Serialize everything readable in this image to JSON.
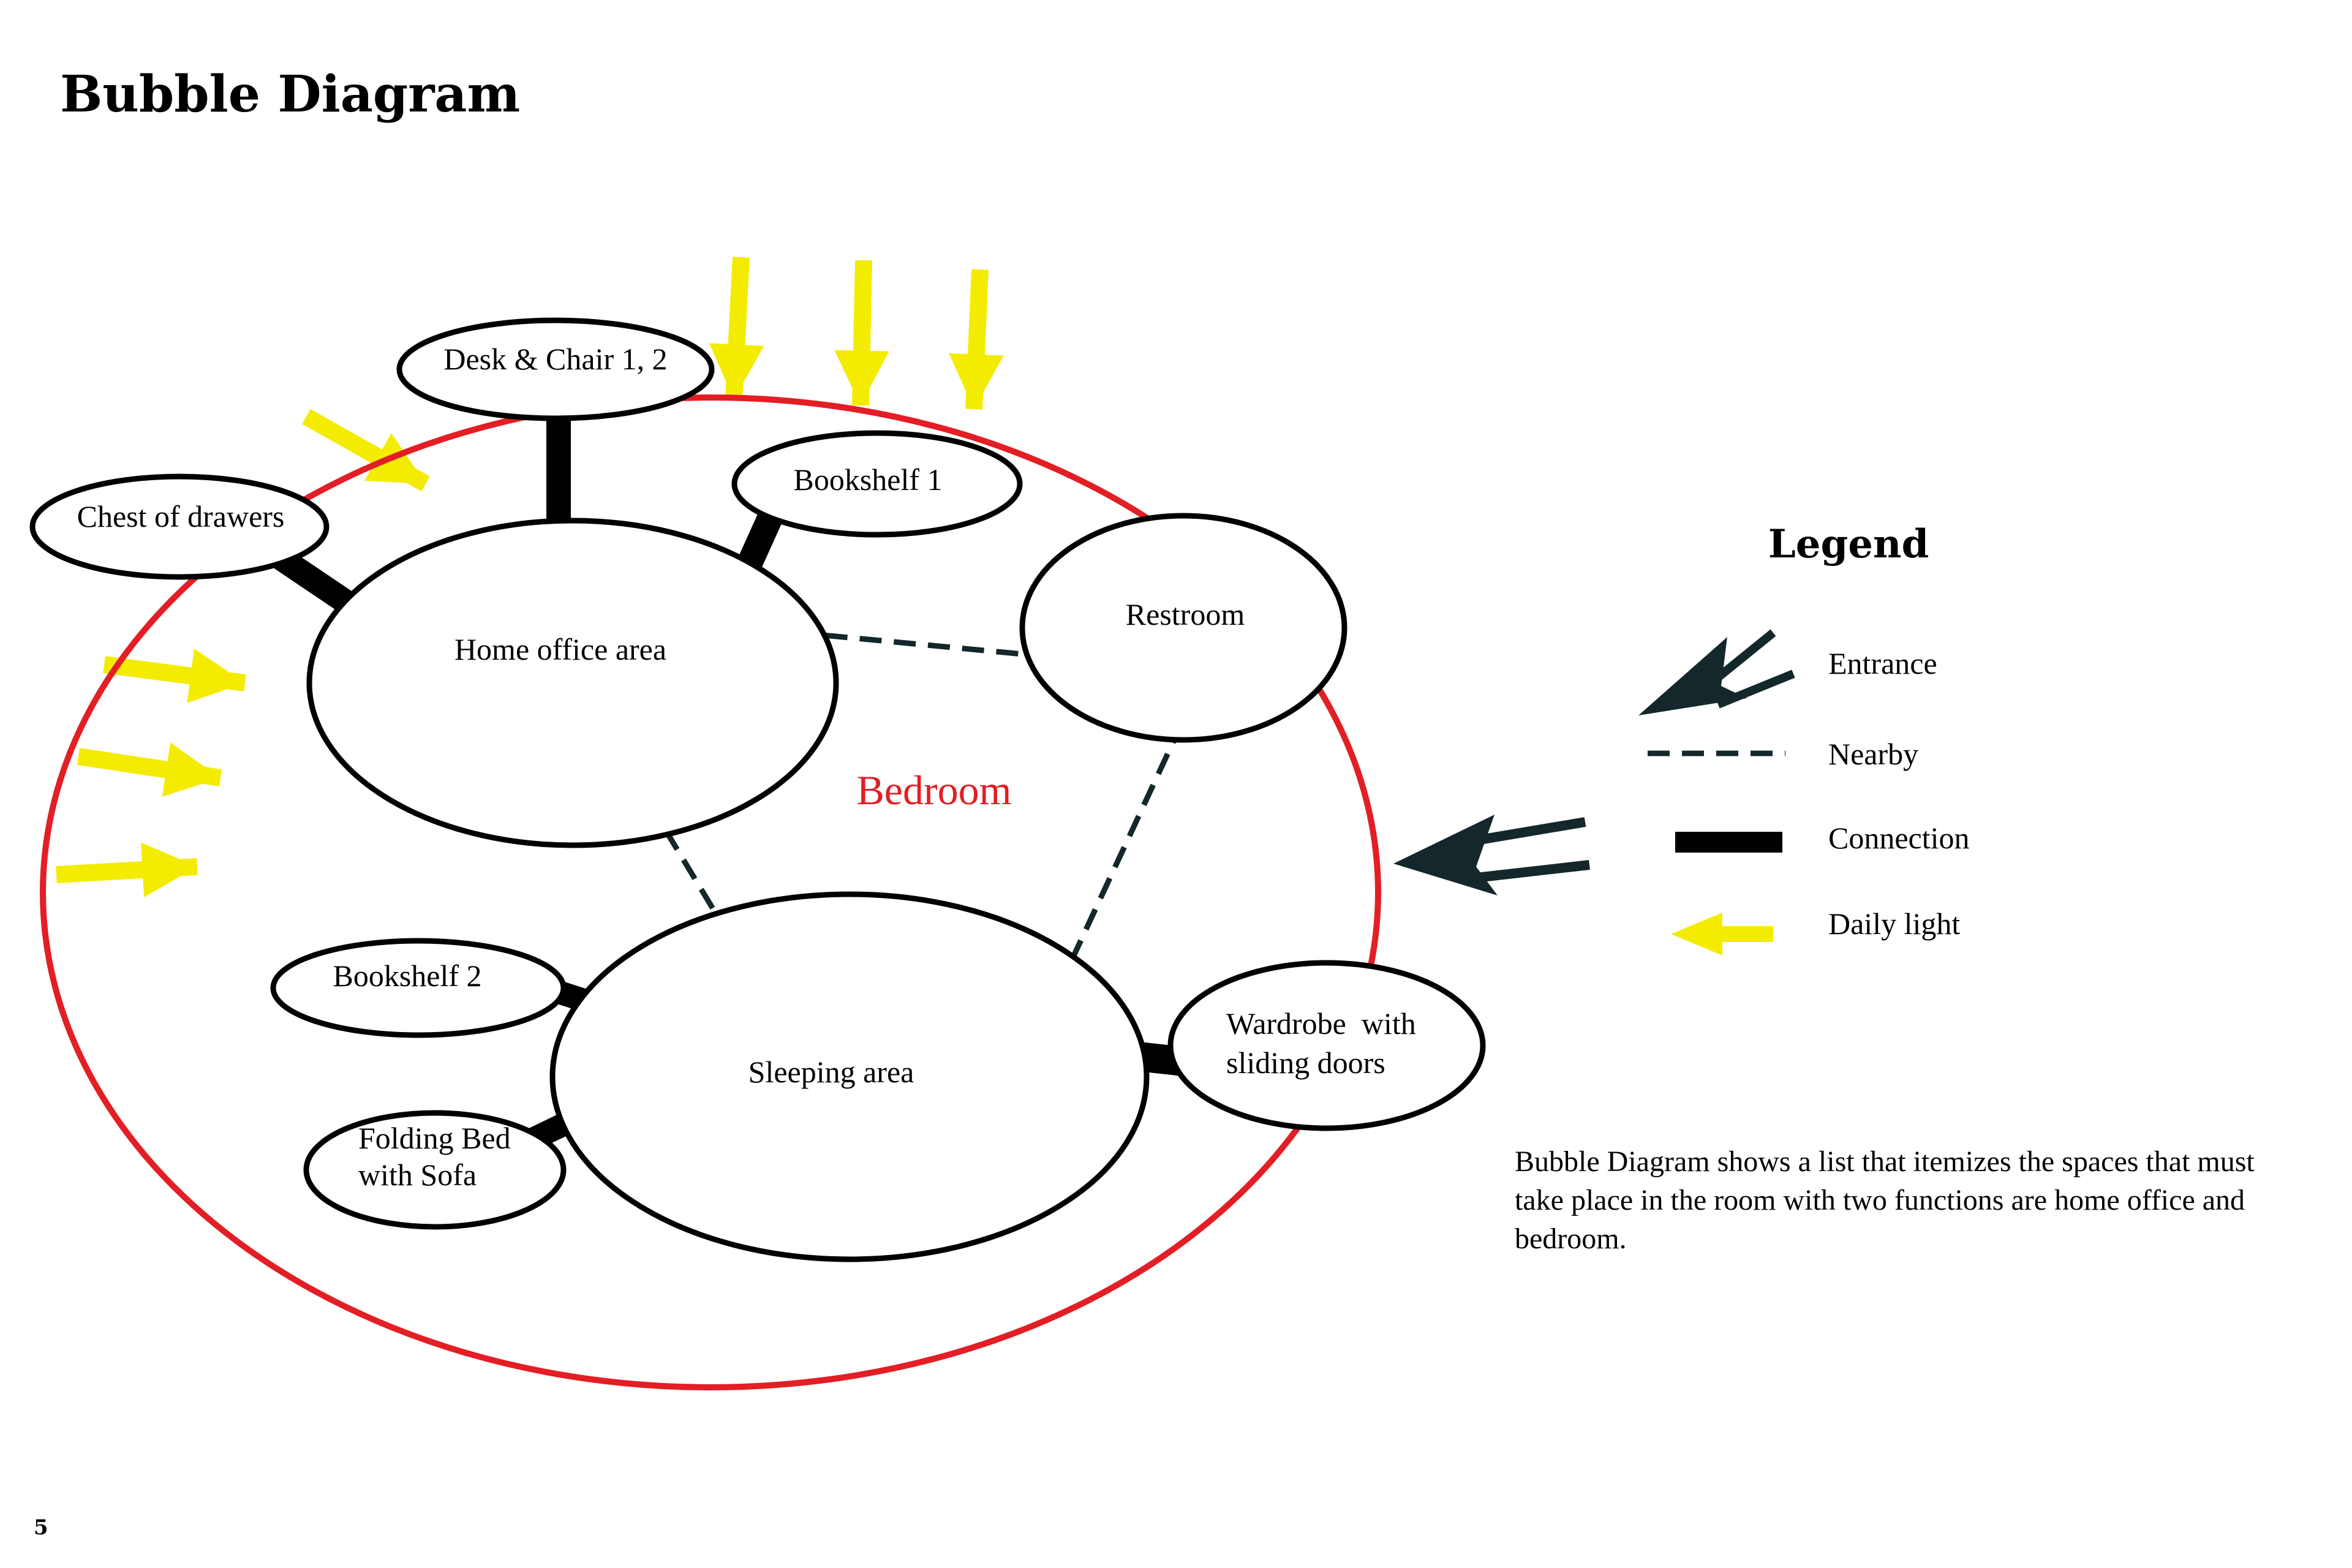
{
  "page": {
    "title": "Bubble Diagram",
    "page_number": "5"
  },
  "zone": {
    "label": "Bedroom",
    "color": "#e31e24"
  },
  "bubbles": {
    "home_office": "Home office area",
    "restroom": "Restroom",
    "sleeping": "Sleeping area",
    "desk_chair": "Desk & Chair 1, 2",
    "bookshelf_1": "Bookshelf 1",
    "chest": "Chest of drawers",
    "bookshelf_2": "Bookshelf 2",
    "folding_bed": [
      "Folding Bed",
      "with Sofa"
    ],
    "wardrobe": [
      "Wardrobe  with",
      "sliding doors"
    ]
  },
  "legend": {
    "title": "Legend",
    "entrance": "Entrance",
    "nearby": "Nearby",
    "connection": "Connection",
    "daily_light": "Daily light"
  },
  "description": [
    "Bubble Diagram shows a list that itemizes the spaces that must",
    "take place in the room with two functions are home office and",
    "bedroom."
  ],
  "colors": {
    "light": "#f4ec00",
    "entrance": "#14272a",
    "outline": "#000000"
  }
}
